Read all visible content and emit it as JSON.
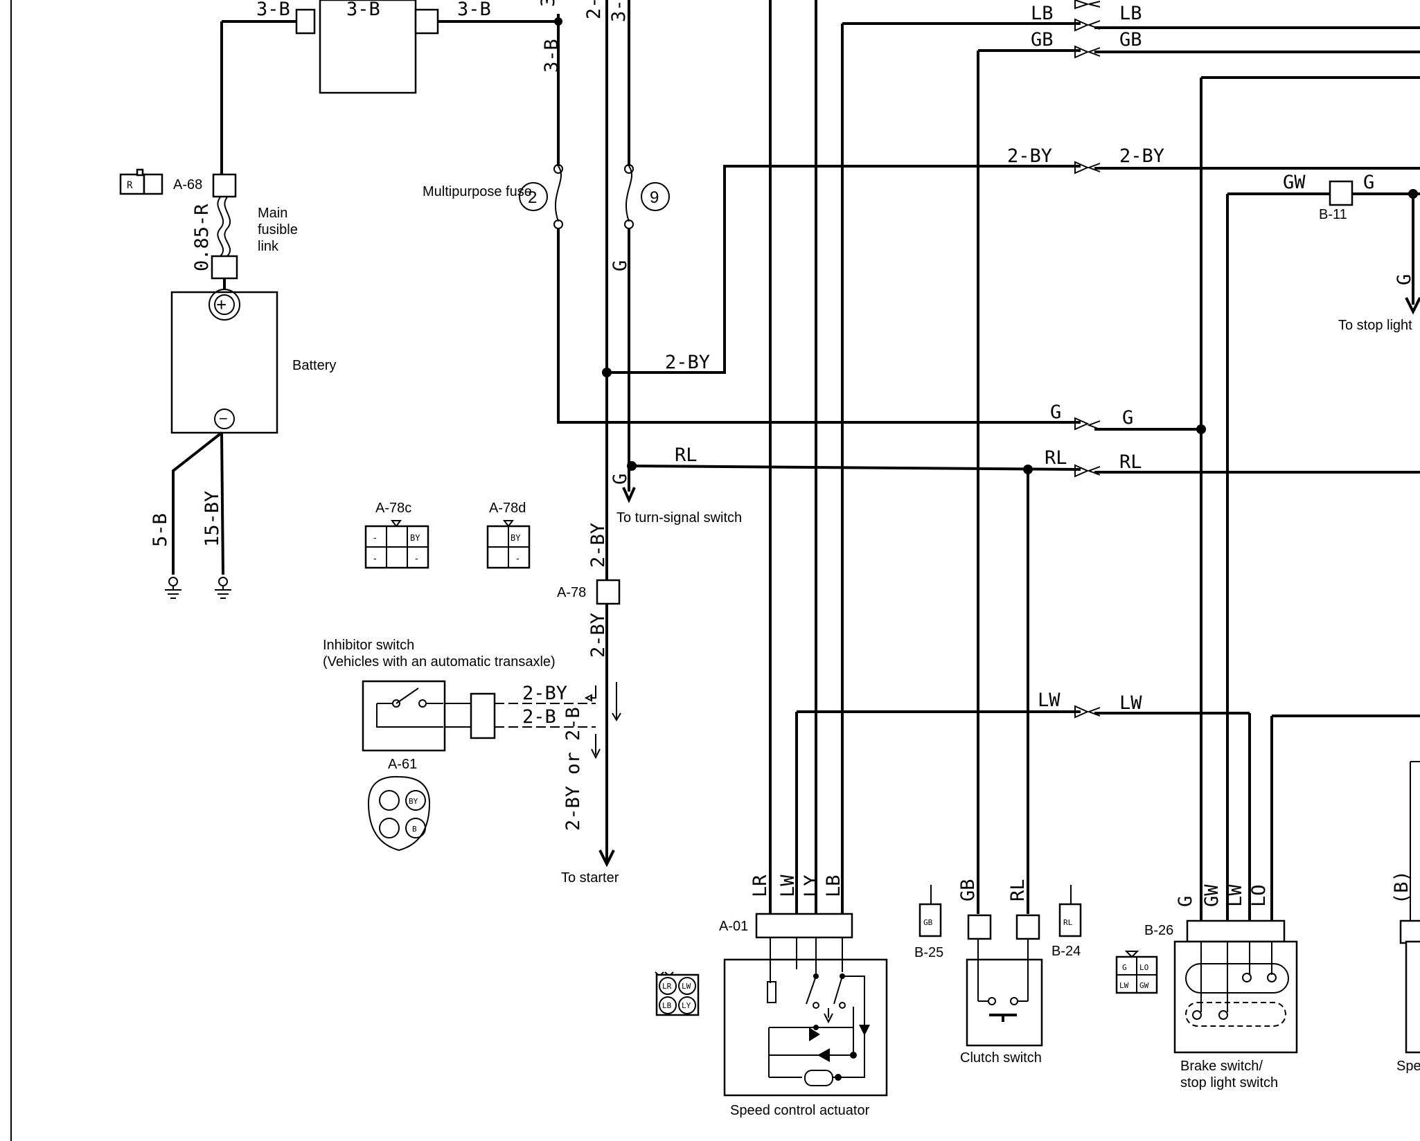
{
  "wire_labels": {
    "top_3b_1": "3-B",
    "top_3b_2": "3-B",
    "top_3b_3": "3-B",
    "vert_3b": "3-B",
    "top_2": "2-",
    "top_3": "3-",
    "top_3c": "3",
    "batt_pos": "0.85-R",
    "batt_gnd1": "5-B",
    "batt_gnd2": "15-BY",
    "lb_l": "LB",
    "lb_r": "LB",
    "gb_l": "GB",
    "gb_r": "GB",
    "by_mid_l": "2-BY",
    "by_mid_r": "2-BY",
    "by_left": "2-BY",
    "gw": "GW",
    "g_right": "G",
    "g_vert_right": "G",
    "g_fuse9": "G",
    "g_l": "G",
    "g_r": "G",
    "rl_mid": "RL",
    "rl_l": "RL",
    "rl_r": "RL",
    "g_turn": "G",
    "by_a78_top": "2-BY",
    "by_a78_bot": "2-BY",
    "inh_by": "2-BY",
    "inh_b": "2-B",
    "starter_label": "2-BY or 2-B",
    "lw_l": "LW",
    "lw_r": "LW",
    "a01_lr": "LR",
    "a01_lw": "LW",
    "a01_ly": "LY",
    "a01_lb": "LB",
    "clutch_gb": "GB",
    "clutch_rl": "RL",
    "b26_g": "G",
    "b26_gw": "GW",
    "b26_lw": "LW",
    "b26_lo": "LO",
    "right_b": "(B)"
  },
  "components": {
    "a68": "A-68",
    "main_fusible_link": "Main fusible link",
    "battery": "Battery",
    "multipurpose_fuse": "Multipurpose fuse",
    "fuse_2": "2",
    "fuse_9": "9",
    "b11": "B-11",
    "to_stop_light": "To stop light",
    "to_turn_signal": "To turn-signal switch",
    "a78": "A-78",
    "a78c": "A-78c",
    "a78d": "A-78d",
    "inhibitor_switch": "Inhibitor switch",
    "inhibitor_note": "(Vehicles with an automatic transaxle)",
    "a61": "A-61",
    "to_starter": "To starter",
    "a01": "A-01",
    "speed_control_actuator": "Speed control actuator",
    "b25": "B-25",
    "b24": "B-24",
    "clutch_switch": "Clutch switch",
    "b26": "B-26",
    "brake_switch": "Brake switch/",
    "stop_light_switch": "stop light switch",
    "spe": "Spe"
  },
  "connector_pins": {
    "a68_face": "R",
    "a78c_pins": [
      "-",
      "",
      "BY",
      "-",
      "",
      "-"
    ],
    "a78d_pins": [
      "",
      "BY",
      "",
      "-"
    ],
    "a61_pins": [
      "BY",
      "B"
    ],
    "a01_pins": [
      "LR",
      "LW",
      "LB",
      "LY"
    ],
    "b25_pin": "GB",
    "b24_pin": "RL",
    "b26_pins": [
      "G",
      "LO",
      "LW",
      "GW"
    ]
  }
}
